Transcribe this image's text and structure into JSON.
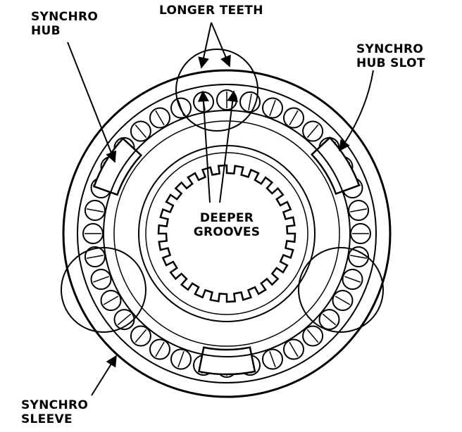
{
  "labels": {
    "synchro_hub": [
      "SYNCHRO",
      "HUB"
    ],
    "longer_teeth": "LONGER TEETH",
    "synchro_hub_slot": [
      "SYNCHRO",
      "HUB SLOT"
    ],
    "deeper_grooves": [
      "DEEPER",
      "GROOVES"
    ],
    "synchro_sleeve": [
      "SYNCHRO",
      "SLEEVE"
    ]
  },
  "colors": {
    "ink": "#000000",
    "paper": "#ffffff"
  }
}
